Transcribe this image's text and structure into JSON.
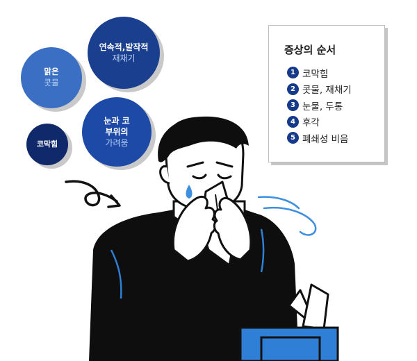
{
  "bubbles": {
    "clear_runny": {
      "line1": "맑은",
      "line2": "콧물"
    },
    "sneeze": {
      "line1": "연속적,발작적",
      "line2": "재채기"
    },
    "stuffy": {
      "line1": "코막힘"
    },
    "itchy": {
      "line1": "눈과 코",
      "line2": "부위의",
      "line3": "가려움"
    }
  },
  "panel": {
    "title": "증상의 순서",
    "items": [
      {
        "num": "1",
        "label": "코막힘"
      },
      {
        "num": "2",
        "label": "콧물, 재채기"
      },
      {
        "num": "3",
        "label": "눈물, 두통"
      },
      {
        "num": "4",
        "label": "후각"
      },
      {
        "num": "5",
        "label": "폐쇄성 비음"
      }
    ]
  },
  "colors": {
    "bubble_light": "#3a6fc4",
    "bubble_mid": "#1d4aa6",
    "bubble_dark": "#1b3f8f",
    "bubble_darkest": "#10296b",
    "accent_blue": "#2f7fd6",
    "tissue_box": "#2f7fd6",
    "number_badge": "#163a8a"
  },
  "icons": [
    "curly-arrow-icon",
    "breeze-lines-icon",
    "teardrop-icon",
    "tissue-box-icon"
  ]
}
